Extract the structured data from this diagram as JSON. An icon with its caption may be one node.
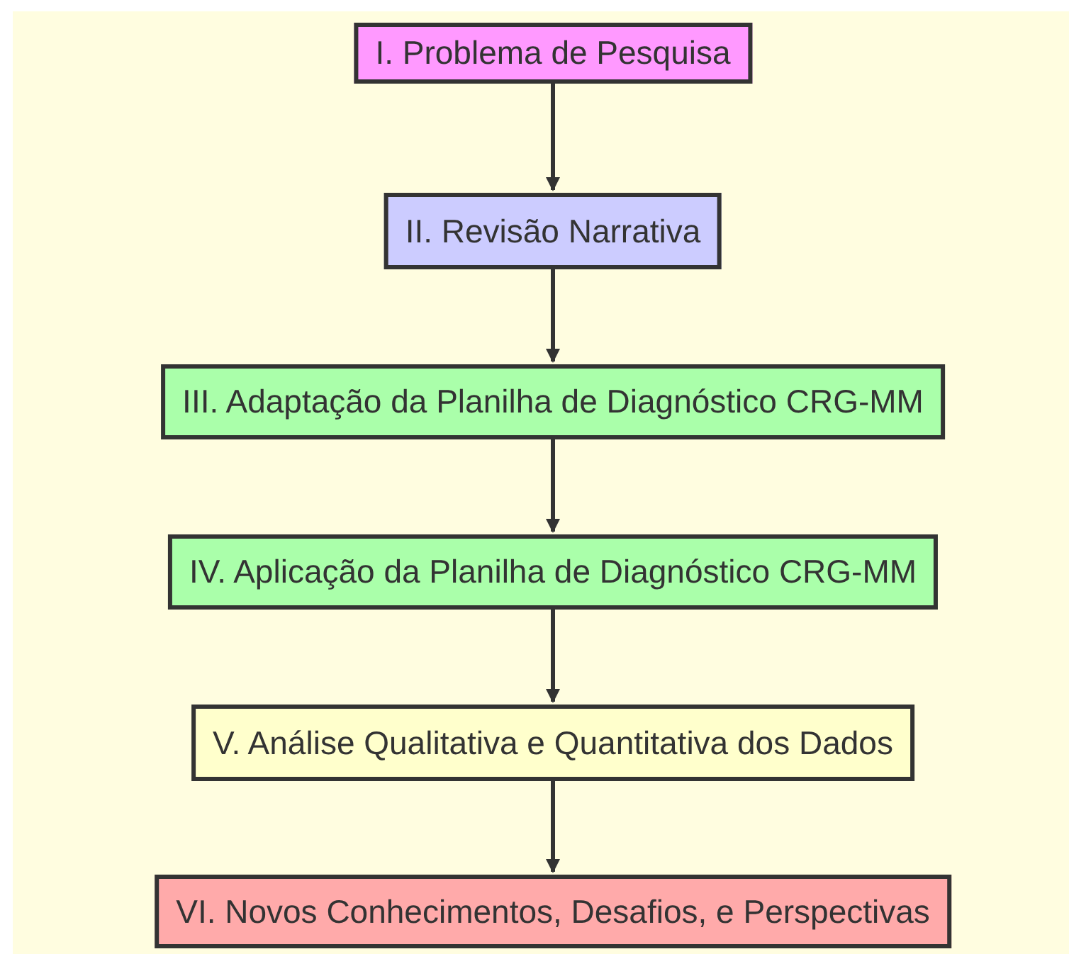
{
  "diagram": {
    "nodes": [
      {
        "text": [
          "I. Problema de Pesquisa"
        ]
      },
      {
        "text": [
          "II. Revisão Narrativa"
        ]
      },
      {
        "text": [
          "III. Adaptação da Planilha de Diagnóstico CRG-MM"
        ]
      },
      {
        "text": [
          "IV. Aplicação da Planilha de Diagnóstico CRG-MM"
        ]
      },
      {
        "text": [
          "V. Análise Qualitativa e Quantitativa dos Dados"
        ]
      },
      {
        "text": [
          "VI. Novos Conhecimentos, Desafios, e Perspectivas"
        ]
      }
    ],
    "edges": [
      {
        "from": 0,
        "to": 1,
        "arrow": "to"
      },
      {
        "from": 1,
        "to": 2,
        "arrow": "to"
      },
      {
        "from": 2,
        "to": 3,
        "arrow": "to"
      },
      {
        "from": 3,
        "to": 4,
        "arrow": "to"
      },
      {
        "from": 4,
        "to": 5,
        "arrow": "to"
      }
    ]
  }
}
